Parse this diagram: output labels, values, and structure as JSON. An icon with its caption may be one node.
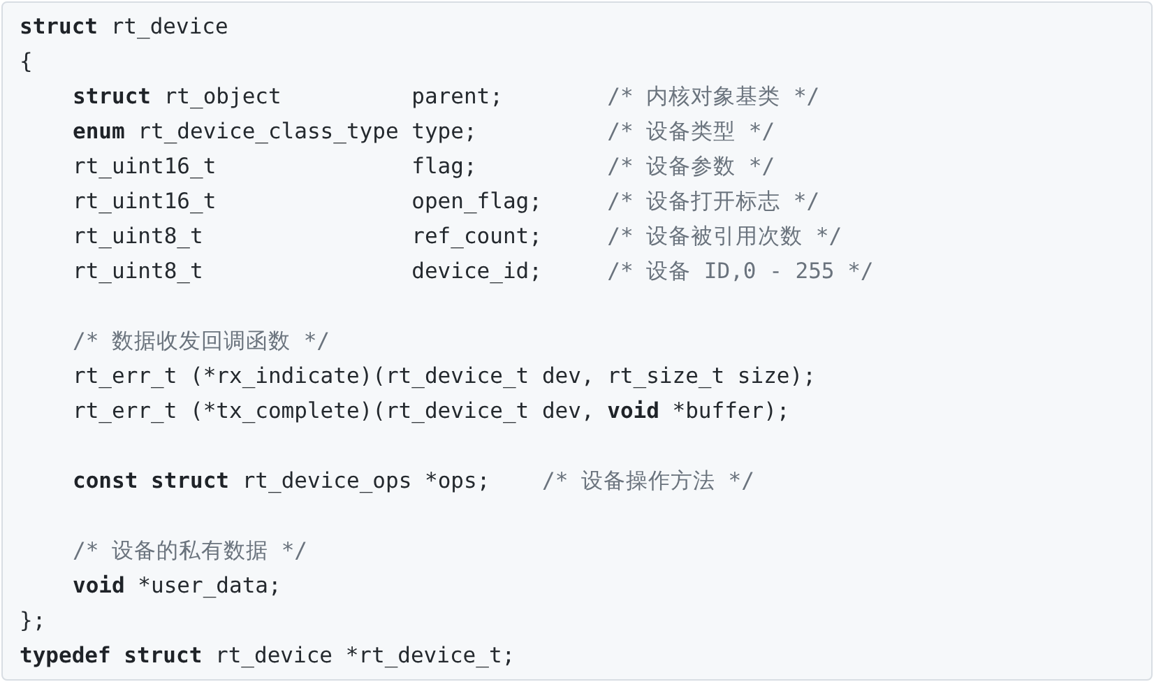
{
  "diagram": {
    "labels": [
      "struct rt_device",
      "{",
      "struct rt_object          parent;        /* 内核对象基类 */",
      "enum rt_device_class_type type;          /* 设备类型 */",
      "rt_uint16_t               flag;          /* 设备参数 */",
      "rt_uint16_t               open_flag;     /* 设备打开标志 */",
      "rt_uint8_t                ref_count;     /* 设备被引用次数 */",
      "rt_uint8_t                device_id;     /* 设备 ID,0 - 255 */",
      "/* 数据收发回调函数 */",
      "rt_err_t (*rx_indicate)(rt_device_t dev, rt_size_t size);",
      "rt_err_t (*tx_complete)(rt_device_t dev, void *buffer);",
      "const struct rt_device_ops *ops;    /* 设备操作方法 */",
      "/* 设备的私有数据 */",
      "void *user_data;",
      "};",
      "typedef struct rt_device *rt_device_t;"
    ]
  }
}
